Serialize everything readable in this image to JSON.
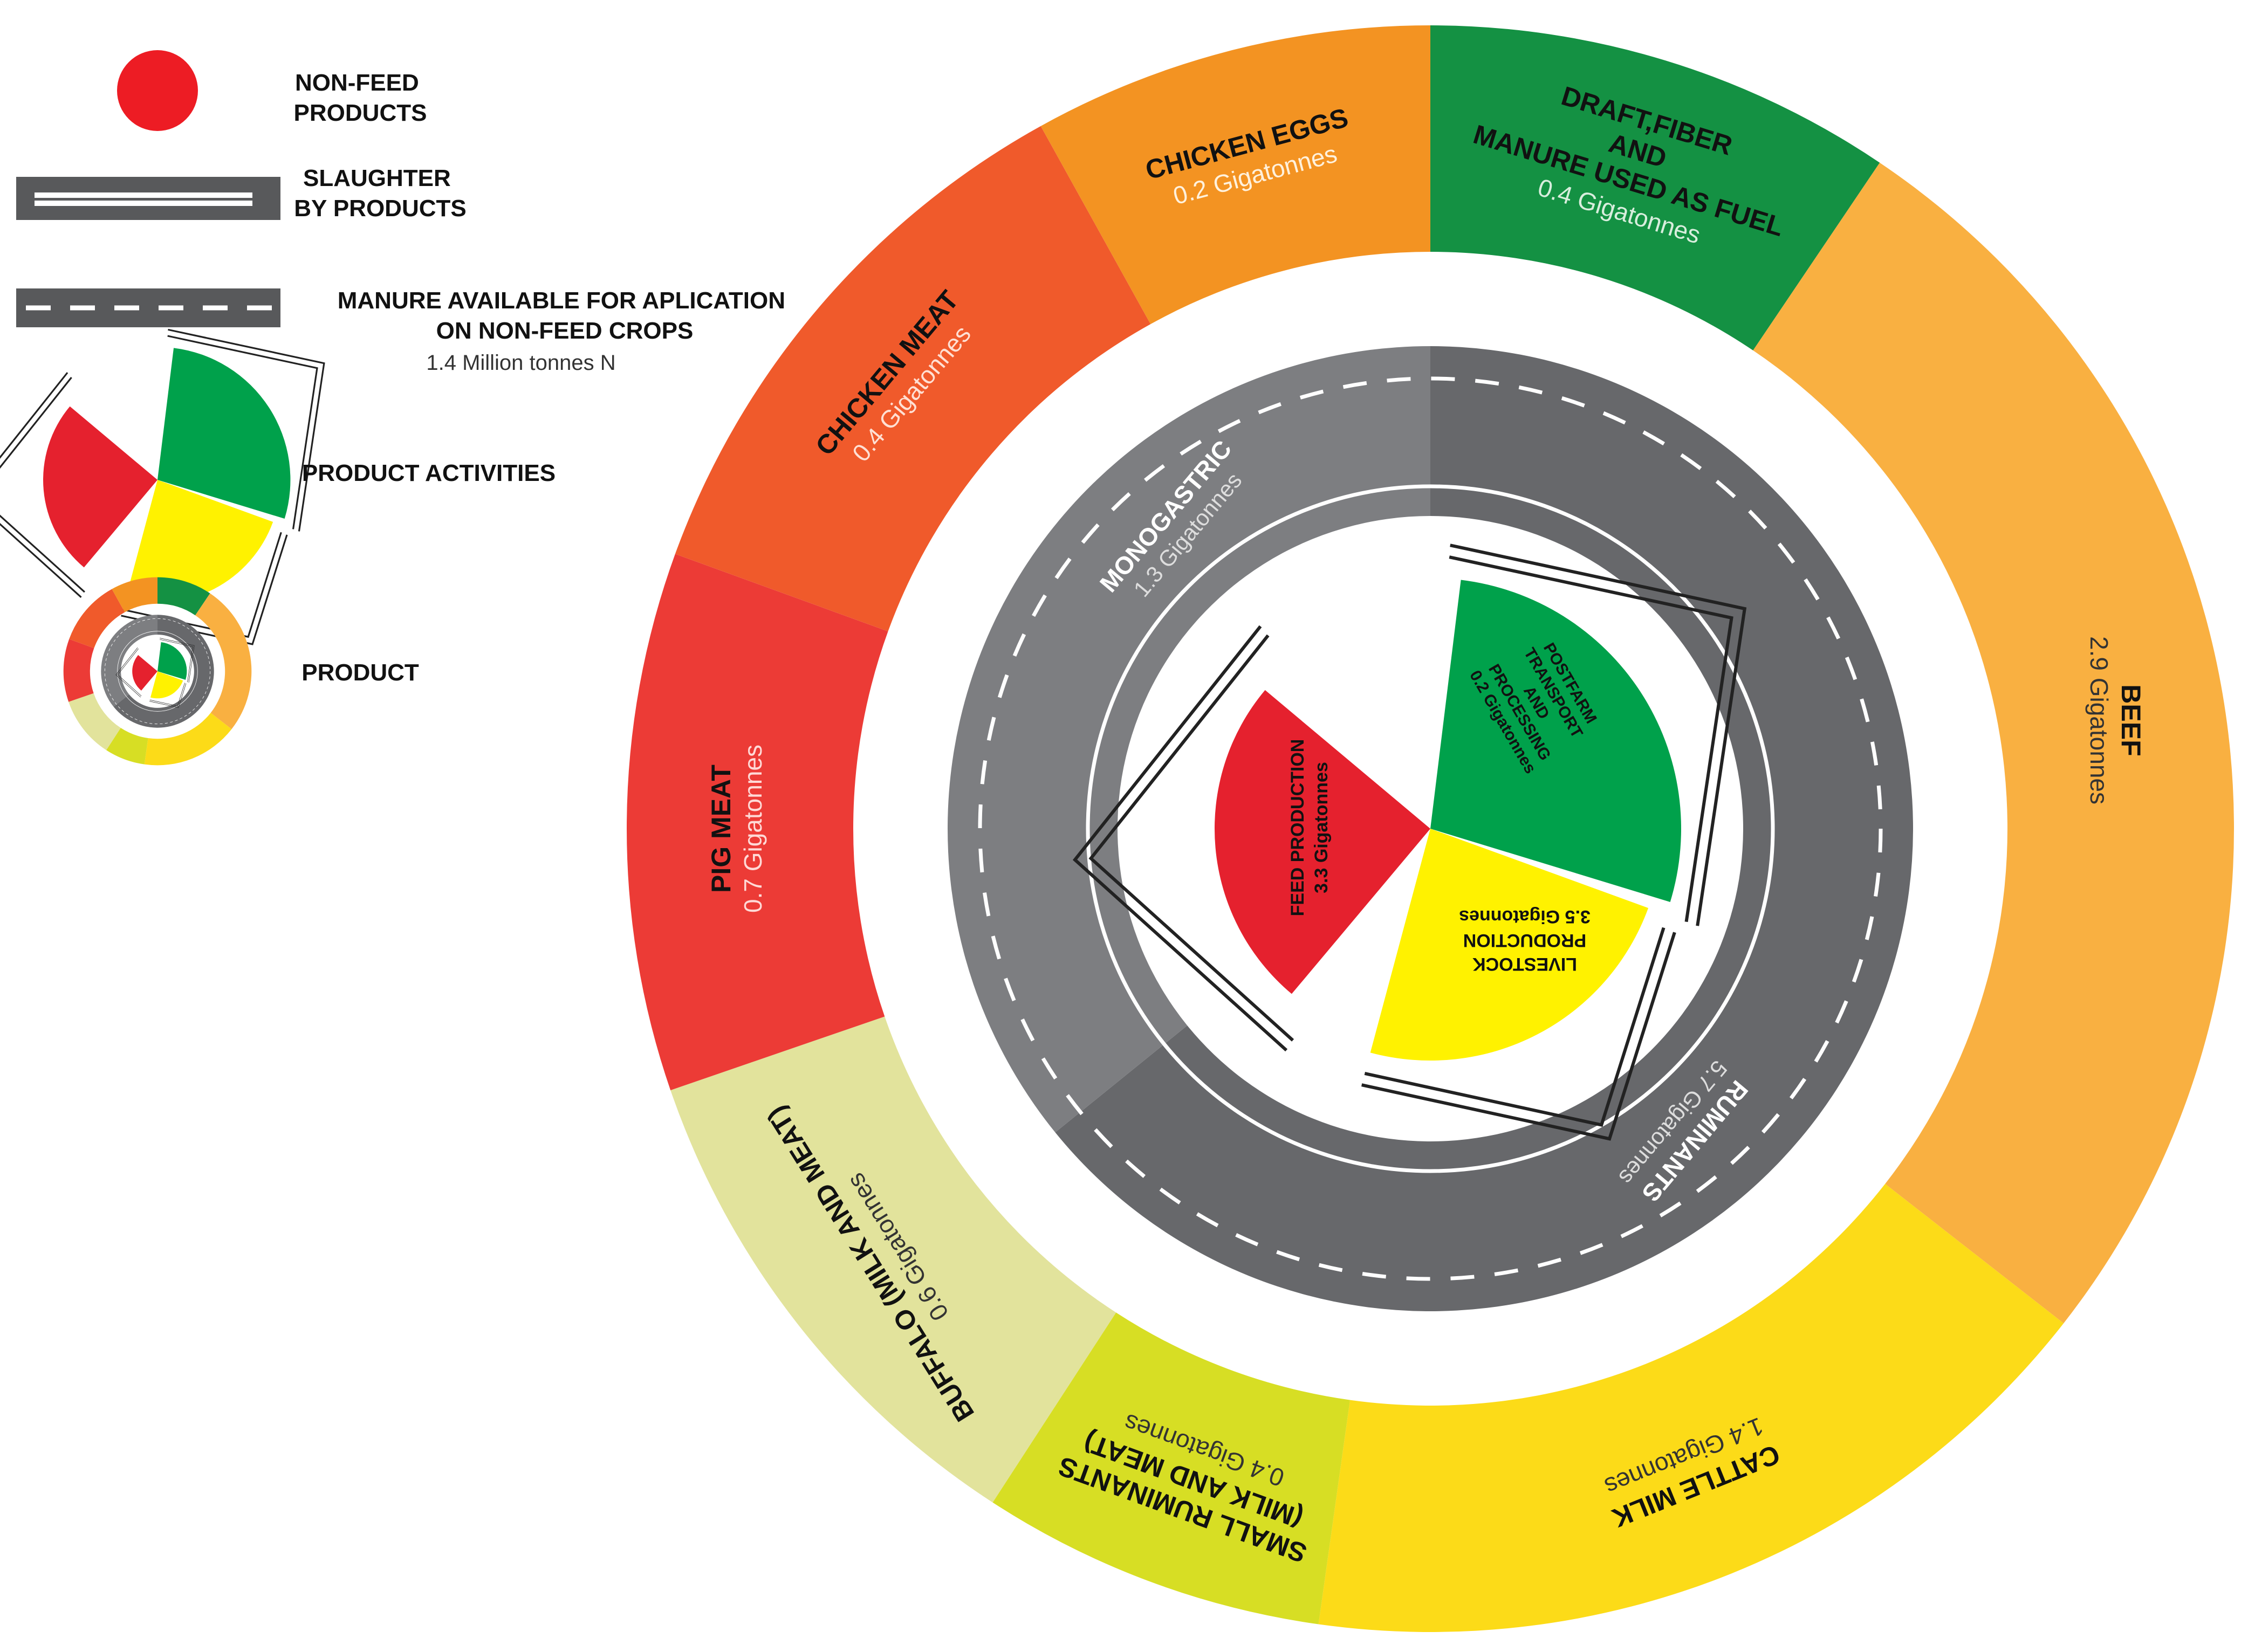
{
  "legend": {
    "items": [
      {
        "id": "non-feed",
        "label_lines": [
          "NON-FEED",
          "PRODUCTS"
        ],
        "sub": ""
      },
      {
        "id": "slaughter",
        "label_lines": [
          "SLAUGHTER",
          "BY PRODUCTS"
        ],
        "sub": ""
      },
      {
        "id": "manure",
        "label_lines": [
          "MANURE AVAILABLE FOR APLICATION",
          "ON NON-FEED CROPS"
        ],
        "sub": "1.4 Million tonnes N"
      },
      {
        "id": "activities",
        "label_lines": [
          "PRODUCT ACTIVITIES"
        ],
        "sub": ""
      },
      {
        "id": "product",
        "label_lines": [
          "PRODUCT"
        ],
        "sub": ""
      }
    ]
  },
  "outer_ring": {
    "segments": [
      {
        "key": "draft",
        "title_lines": [
          "DRAFT,FIBER",
          "AND",
          "MANURE USED AS FUEL"
        ],
        "value": "0.4 Gigatonnes",
        "color": "#149143",
        "text_color": "#111111",
        "value_color": "#d8eedd"
      },
      {
        "key": "beef",
        "title_lines": [
          "BEEF"
        ],
        "value": "2.9 Gigatonnes",
        "color": "#f9b041",
        "text_color": "#111111",
        "value_color": "#333333"
      },
      {
        "key": "cattle_milk",
        "title_lines": [
          "CATTLE MILK"
        ],
        "value": "1.4 Gigatonnes",
        "color": "#fcdb18",
        "text_color": "#111111",
        "value_color": "#333333"
      },
      {
        "key": "small_rum",
        "title_lines": [
          "SMALL RUMINANTS",
          "(MILK AND MEAT)"
        ],
        "value": "0.4 Gigatonnes",
        "color": "#d7de24",
        "text_color": "#111111",
        "value_color": "#333333"
      },
      {
        "key": "buffalo",
        "title_lines": [
          "BUFFALO (MILK AND MEAT)"
        ],
        "value": "0.6 Gigatonnes",
        "color": "#e2e39c",
        "text_color": "#111111",
        "value_color": "#333333"
      },
      {
        "key": "pig",
        "title_lines": [
          "PIG MEAT"
        ],
        "value": "0.7 Gigatonnes",
        "color": "#ec3b36",
        "text_color": "#111111",
        "value_color": "#ffd9d6"
      },
      {
        "key": "chicken_meat",
        "title_lines": [
          "CHICKEN MEAT"
        ],
        "value": "0.4 Gigatonnes",
        "color": "#f05a2b",
        "text_color": "#111111",
        "value_color": "#ffe0d4"
      },
      {
        "key": "chicken_eggs",
        "title_lines": [
          "CHICKEN EGGS"
        ],
        "value": "0.2 Gigatonnes",
        "color": "#f39322",
        "text_color": "#111111",
        "value_color": "#fff1dc"
      }
    ]
  },
  "inner_ring": {
    "monogastric": {
      "title": "MONOGASTRIC",
      "value": "1.3 Gigatonnes",
      "color": "#7d7e81"
    },
    "ruminants": {
      "title": "RUMINANTS",
      "value": "5.7 Gigatonnes",
      "color": "#67686b"
    }
  },
  "activities": {
    "feed": {
      "lines": [
        "FEED PRODUCTION",
        "3.3 Gigatonnes"
      ],
      "color": "#e5212e"
    },
    "postfarm": {
      "lines": [
        "POSTFARM",
        "TRANSPORT",
        "AND",
        "PROCESSING",
        "0.2 Gigatonnes"
      ],
      "color": "#00a14b"
    },
    "livestock": {
      "lines": [
        "LIVESTOCK",
        "PRODUCTION",
        "3.5 Gigatonnes"
      ],
      "color": "#fff200"
    }
  },
  "colors": {
    "road": "#58595b",
    "non_feed_dot": "#ed1c24",
    "line": "#222222"
  }
}
